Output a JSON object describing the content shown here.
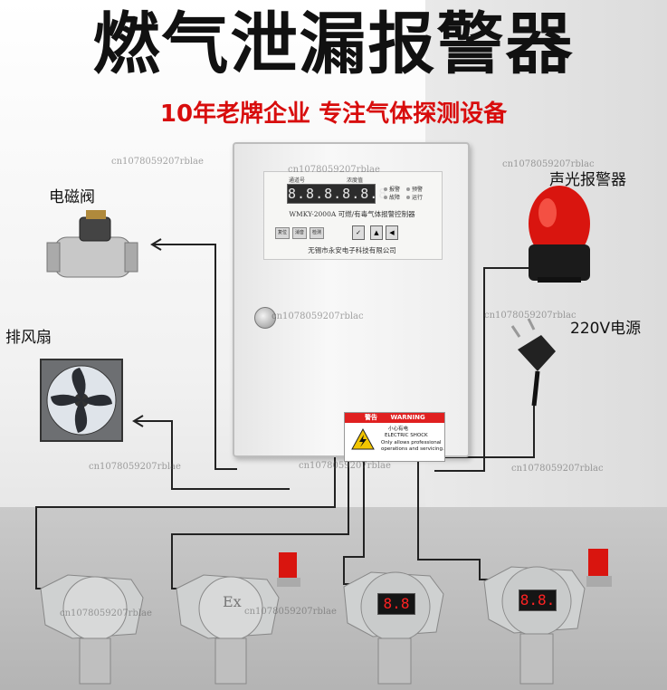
{
  "title": "燃气泄漏报警器",
  "subtitle": "10年老牌企业  专注气体探测设备",
  "labels": {
    "solenoid_valve": "电磁阀",
    "exhaust_fan": "排风扇",
    "sound_light_alarm": "声光报警器",
    "power_220v": "220V电源"
  },
  "controller": {
    "lcd_digits": "8.8.8.8.8.8",
    "top_label_left": "通道号",
    "top_label_right": "浓度值",
    "status_labels": [
      "报警",
      "故障",
      "预警",
      "运行"
    ],
    "buttons": [
      "复位",
      "消音",
      "检测"
    ],
    "model_text": "WMKY-2000A 可燃/有毒气体报警控制器",
    "company_text": "无锡市永安电子科技有限公司",
    "warning_title_cn": "警告",
    "warning_title_en": "WARNING",
    "warning_line1": "小心有电",
    "warning_line2": "ELECTRIC SHOCK",
    "warning_line3": "Only allows professional",
    "warning_line4": "operations and servicing."
  },
  "detectors": [
    {
      "type": "explosion-proof-sensor",
      "display": ""
    },
    {
      "type": "explosion-proof-sensor-with-alarm",
      "display": "",
      "badge": "Ex"
    },
    {
      "type": "digital-sensor",
      "display": "8.8"
    },
    {
      "type": "digital-sensor-with-alarm",
      "display": "8.8."
    }
  ],
  "watermarks": [
    "cn1078059207rblae",
    "cn1078059207rblae",
    "cn1078059207rblac",
    "cn1078059207rblac",
    "cn1078059207rblac",
    "cn1078059207rblac",
    "cn1078059207rblae",
    "cn1078059207rblae",
    "cn1078059207rblae",
    "cn1078059207rblae"
  ],
  "colors": {
    "title": "#111111",
    "subtitle": "#d80d0d",
    "wire": "#222222",
    "alarm_red": "#d9150f",
    "metal": "#c9c9c9"
  }
}
